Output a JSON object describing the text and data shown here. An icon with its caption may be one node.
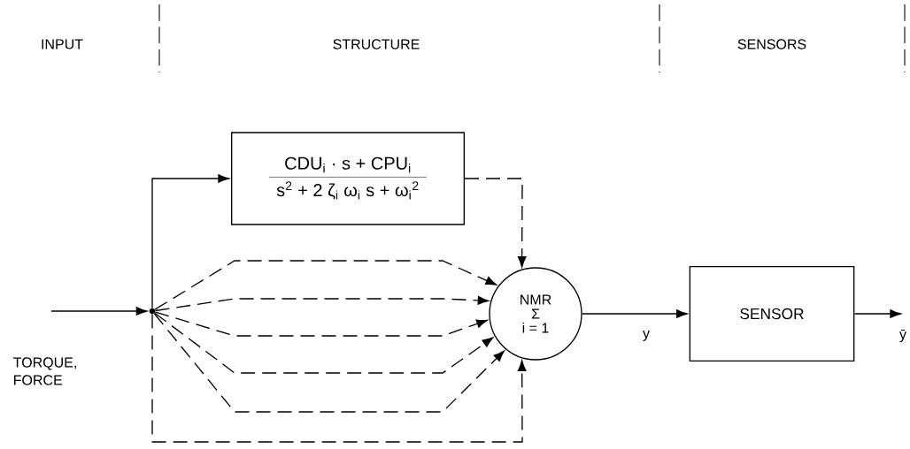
{
  "diagram": {
    "nodes": [
      {
        "text": [],
        "shape": "dot"
      },
      {
        "text": [
          "CDU$_{i}$ · s + CPU$_{i}$",
          "s$^{2}$ + 2 ζ$_{i}$ ω$_{i}$ s + ω$_{i}$$^{2}$"
        ]
      },
      {
        "text": [
          "NMR",
          "Σ",
          "i = 1"
        ]
      },
      {
        "text": [
          "SENSOR"
        ]
      }
    ],
    "edges": [
      {
        "from": null,
        "to": 0,
        "arrow": "to"
      },
      {
        "from": 0,
        "to": 1,
        "arrow": "to"
      },
      {
        "from": 1,
        "to": 2,
        "arrow": "to",
        "style": "dashed"
      },
      {
        "from": 0,
        "to": 2,
        "arrow": "to",
        "style": "dashed"
      },
      {
        "from": 0,
        "to": 2,
        "arrow": "to",
        "style": "dashed"
      },
      {
        "from": 0,
        "to": 2,
        "arrow": "to",
        "style": "dashed"
      },
      {
        "from": 0,
        "to": 2,
        "arrow": "to",
        "style": "dashed"
      },
      {
        "from": 0,
        "to": 2,
        "arrow": "to",
        "style": "dashed"
      },
      {
        "from": 0,
        "to": 2,
        "arrow": "to",
        "style": "dashed"
      },
      {
        "from": 2,
        "to": 3,
        "arrow": "to",
        "label": "y"
      },
      {
        "from": 3,
        "to": null,
        "arrow": "to",
        "label": "ȳ"
      }
    ],
    "labels": [
      "INPUT",
      "STRUCTURE",
      "SENSORS",
      "TORQUE, FORCE"
    ]
  }
}
